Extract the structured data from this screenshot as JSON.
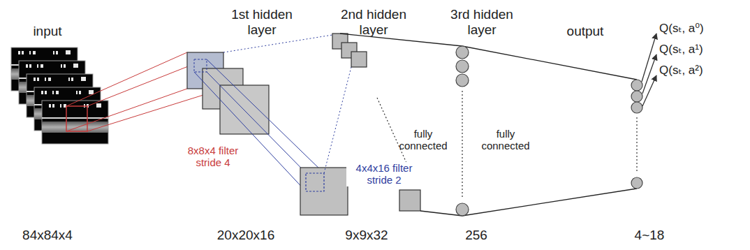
{
  "diagram": {
    "labels": [
      "input",
      "1st hidden layer",
      "2nd hidden layer",
      "3rd hidden layer",
      "output",
      "Q(sₜ, a⁰)",
      "Q(sₜ, a¹)",
      "Q(sₜ, a²)",
      "fully connected",
      "fully connected",
      "8x8x4 filter stride 4",
      "4x4x16 filter stride 2",
      "84x84x4",
      "20x20x16",
      "9x9x32",
      "256",
      "4~18"
    ]
  }
}
